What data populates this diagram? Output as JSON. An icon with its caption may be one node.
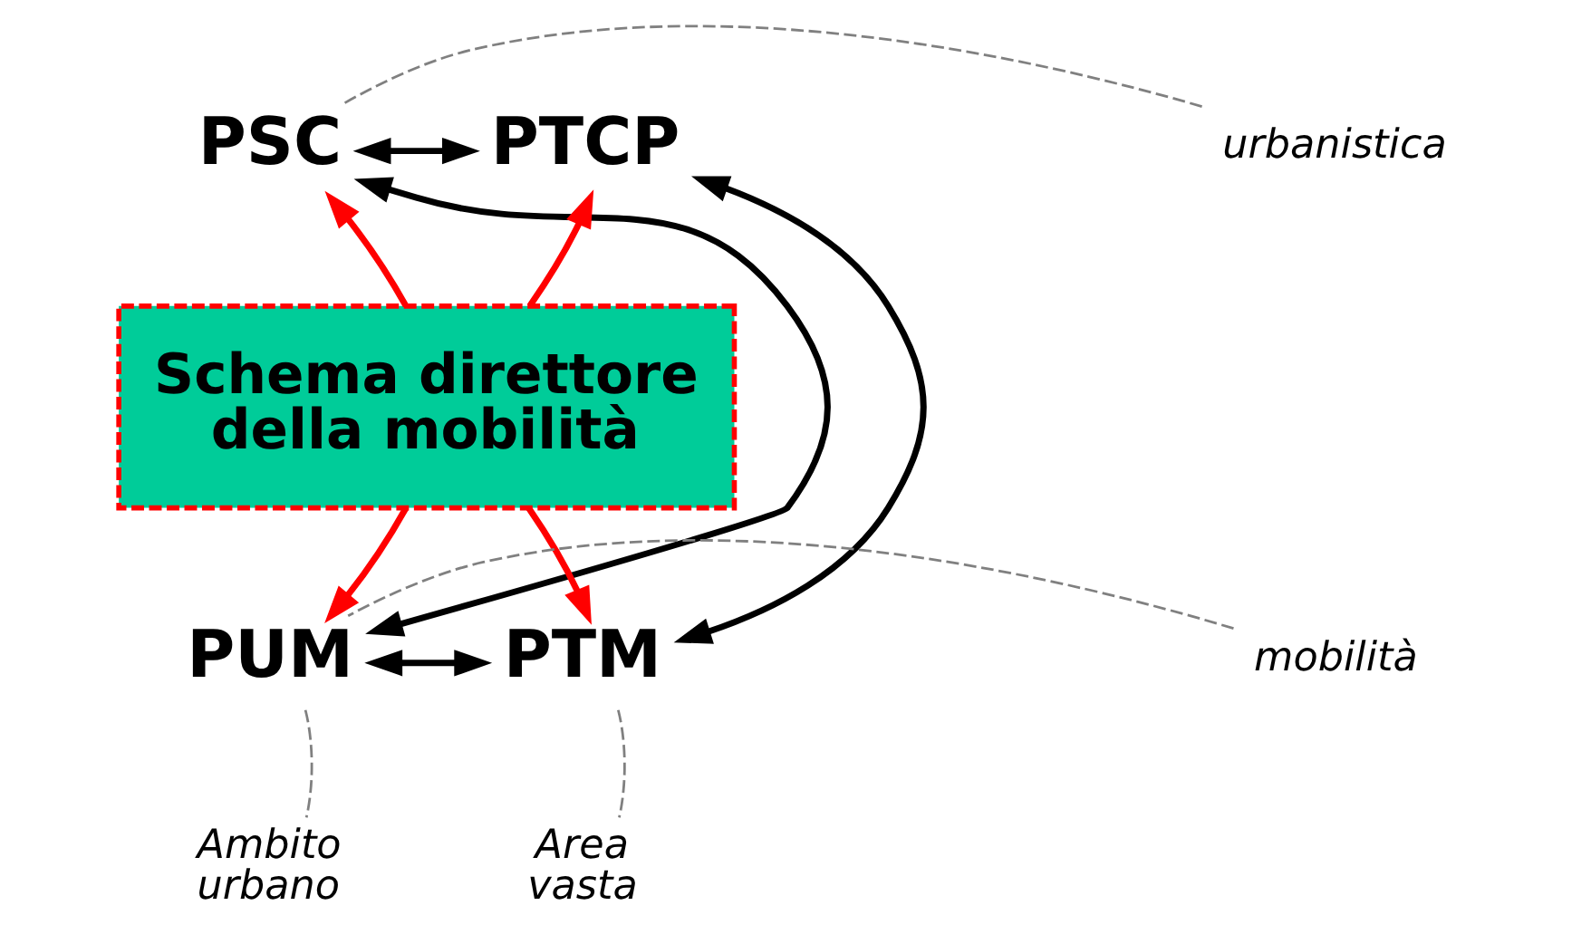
{
  "diagram": {
    "nodes": [
      {
        "text": [
          "PSC"
        ]
      },
      {
        "text": [
          "PTCP"
        ]
      },
      {
        "text": [
          "Schema direttore della mobilità"
        ]
      },
      {
        "text": [
          "PUM"
        ]
      },
      {
        "text": [
          "PTM"
        ]
      },
      {
        "text": [
          "urbanistica"
        ]
      },
      {
        "text": [
          "mobilità"
        ]
      },
      {
        "text": [
          "Ambito urbano"
        ]
      },
      {
        "text": [
          "Area vasta"
        ]
      }
    ],
    "edges": [
      {
        "from": 0,
        "to": 1,
        "arrow": "both"
      },
      {
        "from": 0,
        "to": 3,
        "arrow": "both"
      },
      {
        "from": 1,
        "to": 4,
        "arrow": "both"
      },
      {
        "from": 3,
        "to": 4,
        "arrow": "both"
      },
      {
        "from": 2,
        "to": 0,
        "arrow": "to",
        "color": "#ff0000"
      },
      {
        "from": 2,
        "to": 1,
        "arrow": "to",
        "color": "#ff0000"
      },
      {
        "from": 2,
        "to": 3,
        "arrow": "to",
        "color": "#ff0000"
      },
      {
        "from": 2,
        "to": 4,
        "arrow": "to",
        "color": "#ff0000"
      },
      {
        "from": 5,
        "to": 0,
        "arrow": "none",
        "style": "dashed",
        "color": "#808080"
      },
      {
        "from": 6,
        "to": 3,
        "arrow": "none",
        "style": "dashed",
        "color": "#808080"
      },
      {
        "from": 3,
        "to": 7,
        "arrow": "none",
        "style": "dashed",
        "color": "#808080"
      },
      {
        "from": 4,
        "to": 8,
        "arrow": "none",
        "style": "dashed",
        "color": "#808080"
      }
    ]
  }
}
